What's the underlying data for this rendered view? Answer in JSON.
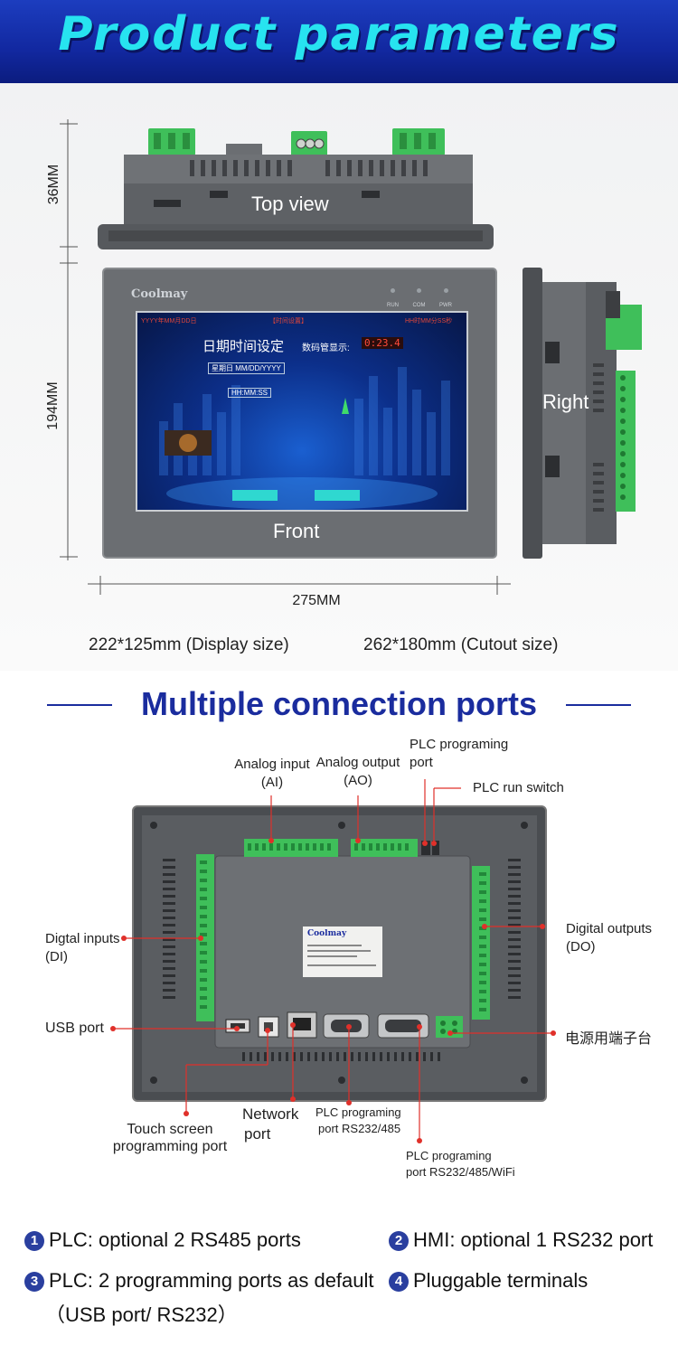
{
  "header": {
    "title": "Product parameters"
  },
  "views": {
    "top_label": "Top view",
    "front_label": "Front",
    "right_label": "Right",
    "dim_height_top": "36MM",
    "dim_height_front": "194MM",
    "dim_width": "275MM"
  },
  "screen": {
    "brand": "Coolmay",
    "leds": [
      "RUN",
      "COM",
      "PWR"
    ],
    "top_left_text": "YYYY年MM月DD日",
    "top_center_text": "【时间设置】",
    "top_right_text": "HH时MM分SS秒",
    "heading": "日期时间设定",
    "digit_label": "数码管显示:",
    "digit_value": "0:23.4",
    "date_field": "星期日 MM/DD/YYYY",
    "time_field": "HH:MM:SS"
  },
  "sizes": {
    "display": "222*125mm (Display size)",
    "cutout": "262*180mm (Cutout size)"
  },
  "ports": {
    "title": "Multiple connection ports",
    "label_brand": "Coolmay",
    "analog_input": [
      "Analog input",
      "(AI)"
    ],
    "analog_output": [
      "Analog output",
      "(AO)"
    ],
    "plc_port_top": [
      "PLC programing",
      "port"
    ],
    "plc_run_switch": "PLC run switch",
    "digital_inputs": [
      "Digtal inputs",
      "(DI)"
    ],
    "digital_outputs": [
      "Digital outputs",
      "(DO)"
    ],
    "usb_port": "USB port",
    "power_terminal": "电源用端子台",
    "touch_screen": [
      "Touch screen",
      "programming port"
    ],
    "network_port": [
      "Network",
      "port"
    ],
    "plc_rs232_485": [
      "PLC programing",
      "port  RS232/485"
    ],
    "plc_rs232_485_wifi": [
      "PLC programing",
      "port  RS232/485/WiFi"
    ]
  },
  "features": [
    {
      "num": "1",
      "text": "PLC: optional 2 RS485 ports"
    },
    {
      "num": "2",
      "text": "HMI: optional 1 RS232 port"
    },
    {
      "num": "3",
      "text": "PLC: 2 programming ports as default"
    },
    {
      "num": "4",
      "text": "Pluggable terminals"
    }
  ],
  "feature3_sub": "（USB port/ RS232）",
  "colors": {
    "banner": "#1228a0",
    "title": "#27e3f0",
    "accent": "#1a2c9e",
    "red_dot": "#e0302a",
    "terminal": "#3fbf5a"
  }
}
